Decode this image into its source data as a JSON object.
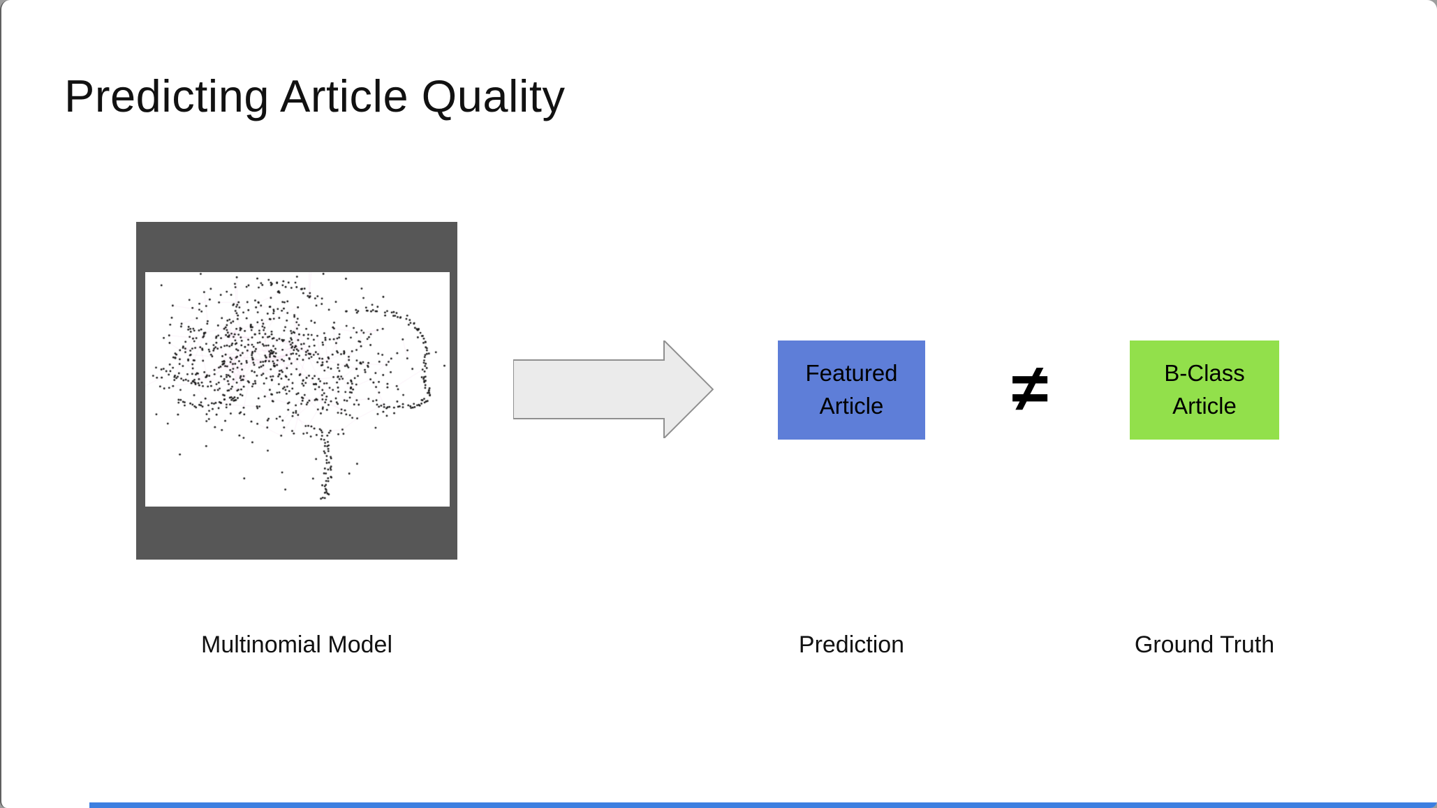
{
  "slide": {
    "title": "Predicting Article Quality",
    "model_figure": {
      "image": "network-graph-scatter",
      "frame_color": "#575757",
      "caption": "Multinomial Model"
    },
    "flow_arrow_icon": "right-block-arrow",
    "arrow_fill": "#ebebeb",
    "arrow_stroke": "#8f8f8f",
    "prediction": {
      "label": "Featured Article",
      "color": "#5e7ed8",
      "caption": "Prediction"
    },
    "not_equal_symbol": "≠",
    "ground_truth": {
      "label": "B-Class Article",
      "color": "#92e04b",
      "caption": "Ground Truth"
    }
  },
  "chrome": {
    "bottom_bar_color": "#3d7fe0"
  }
}
